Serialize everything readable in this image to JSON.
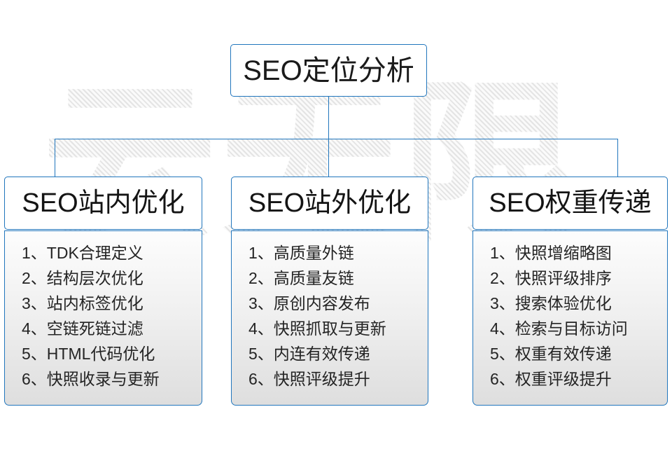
{
  "colors": {
    "border": "#2176bd",
    "text": "#1a1a1a",
    "background": "#ffffff",
    "watermark": "#e3e3e3"
  },
  "watermark": {
    "text": "云无限"
  },
  "root": {
    "title": "SEO定位分析"
  },
  "columns": [
    {
      "title": "SEO站内优化",
      "items": [
        "1、TDK合理定义",
        "2、结构层次优化",
        "3、站内标签优化",
        "4、空链死链过滤",
        "5、HTML代码优化",
        "6、快照收录与更新"
      ]
    },
    {
      "title": "SEO站外优化",
      "items": [
        "1、高质量外链",
        "2、高质量友链",
        "3、原创内容发布",
        "4、快照抓取与更新",
        "5、内连有效传递",
        "6、快照评级提升"
      ]
    },
    {
      "title": "SEO权重传递",
      "items": [
        "1、快照增缩略图",
        "2、快照评级排序",
        "3、搜索体验优化",
        "4、检索与目标访问",
        "5、权重有效传递",
        "6、权重评级提升"
      ]
    }
  ]
}
